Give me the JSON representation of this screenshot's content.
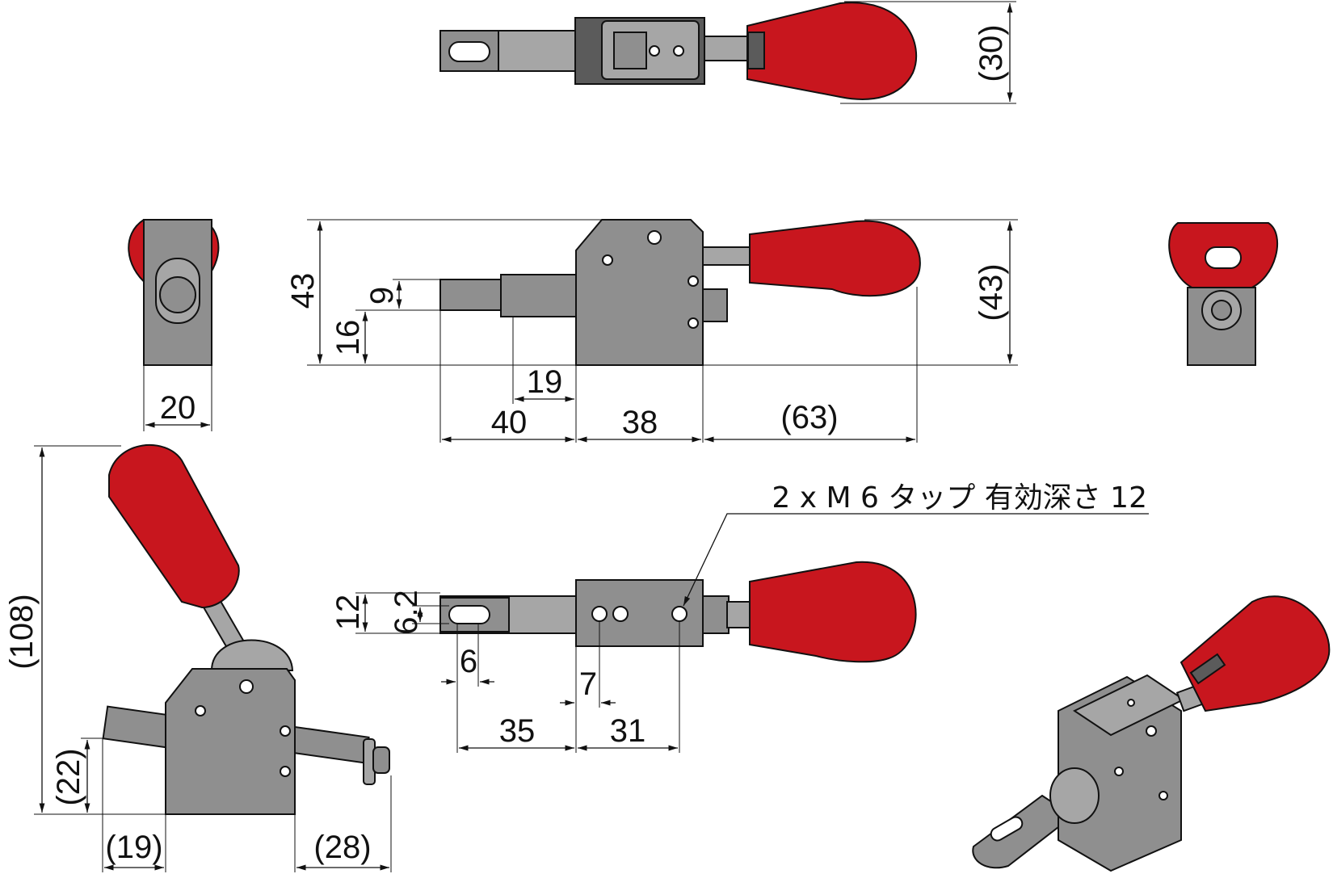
{
  "colors": {
    "body": "#8f8f8f",
    "grip": "#c8161e",
    "line": "#111111"
  },
  "dimensions": {
    "top_view_height": "(30)",
    "side_height_total": "43",
    "side_height_right": "(43)",
    "step_9": "9",
    "step_16": "16",
    "front_width": "20",
    "plunger_19": "19",
    "plunger_40": "40",
    "body_38": "38",
    "handle_63": "(63)",
    "open_height_108": "(108)",
    "open_22": "(22)",
    "open_19": "(19)",
    "open_28": "(28)",
    "slot_12": "12",
    "slot_6_2": "6.2",
    "slot_6": "6",
    "hole_7": "7",
    "hole_35": "35",
    "hole_31": "31"
  },
  "note": {
    "tap_label": "2 x M 6 タップ 有効深さ 12"
  }
}
